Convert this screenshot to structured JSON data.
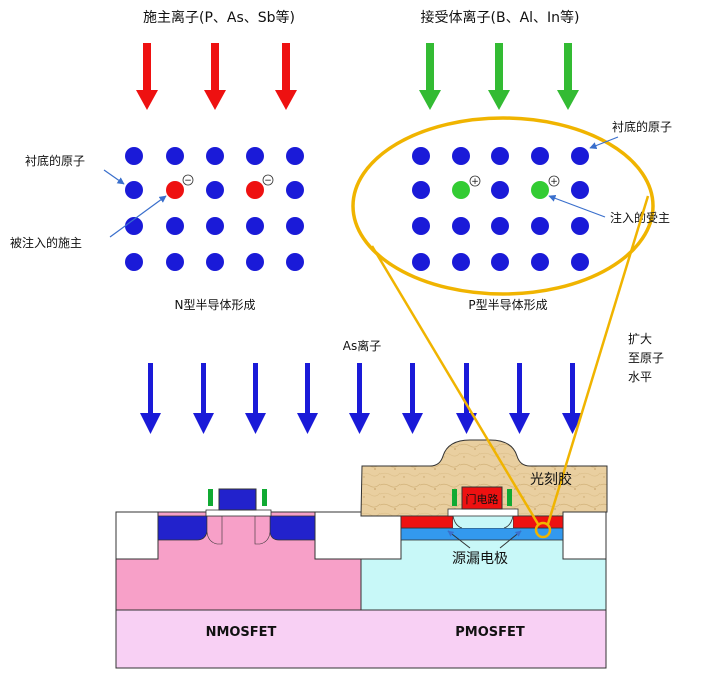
{
  "top_left": {
    "ion_label": "施主离子(P、As、Sb等)",
    "substrate_label": "衬底的原子",
    "dopant_label": "被注入的施主",
    "caption": "N型半导体形成",
    "ion_sign": "−"
  },
  "top_right": {
    "ion_label": "接受体离子(B、Al、In等)",
    "substrate_label": "衬底的原子",
    "dopant_label": "注入的受主",
    "caption": "P型半导体形成",
    "ion_sign": "+"
  },
  "middle": {
    "as_label": "As离子",
    "zoom_line1": "扩大",
    "zoom_line2": "至原子",
    "zoom_line3": "水平"
  },
  "device": {
    "photoresist_label": "光刻胶",
    "gate_label": "门电路",
    "source_drain_label": "源漏电极",
    "nmos_label": "NMOSFET",
    "pmos_label": "PMOSFET"
  },
  "colors": {
    "red_arrow": "#ee1111",
    "green_arrow": "#33bb33",
    "blue_arrow": "#1a1ad8",
    "atom_blue": "#1a1ad8",
    "donor_red": "#ee1111",
    "acceptor_green": "#33cc33",
    "zoom_yellow": "#f0b400",
    "photoresist": "#e9cfa0",
    "p_well": "#f7a0c8",
    "n_well": "#c8f8f8",
    "substrate": "#f8d0f4"
  }
}
